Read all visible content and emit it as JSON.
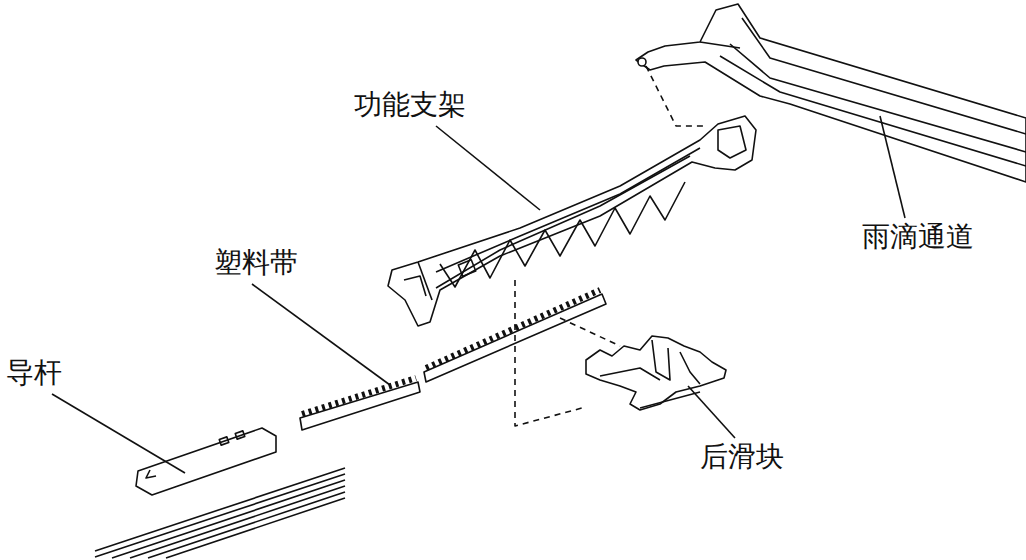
{
  "diagram": {
    "labels": [
      "功能支架",
      "塑料带",
      "导杆",
      "雨滴通道",
      "后滑块"
    ]
  }
}
